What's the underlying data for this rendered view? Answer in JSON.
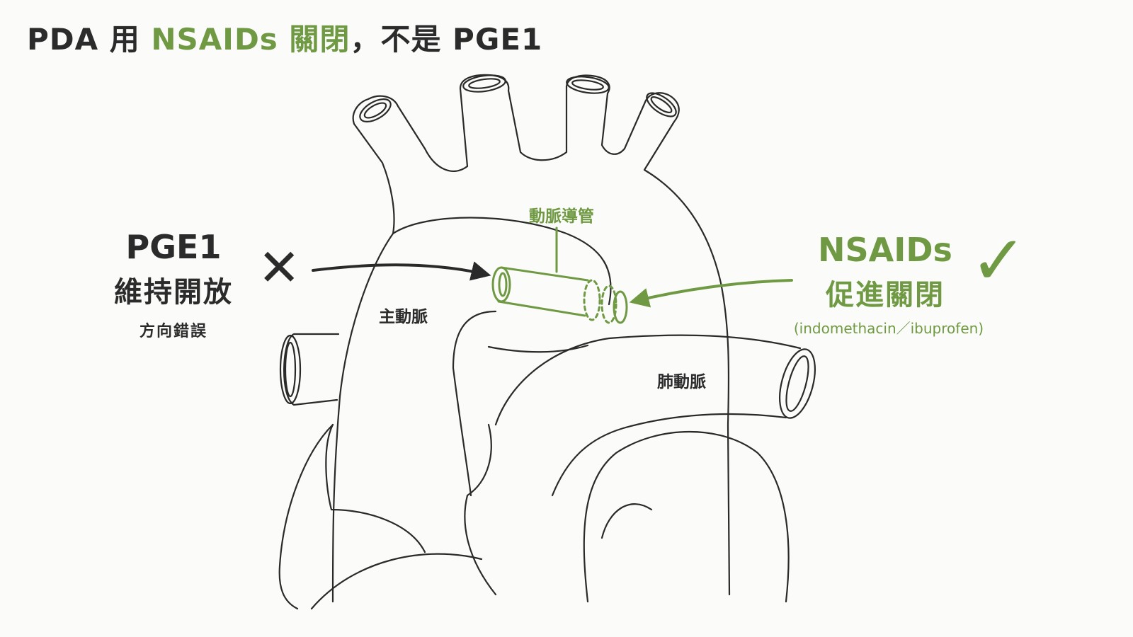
{
  "title": {
    "part1": "PDA 用 ",
    "highlight": "NSAIDs 關閉",
    "part2": "，不是 PGE1"
  },
  "left_panel": {
    "drug": "PGE1",
    "effect": "維持開放",
    "verdict": "方向錯誤",
    "mark": "✕"
  },
  "right_panel": {
    "drug": "NSAIDs",
    "effect": "促進關閉",
    "examples": "(indomethacin／ibuprofen)",
    "mark": "✓"
  },
  "labels": {
    "ductus": "動脈導管",
    "aorta": "主動脈",
    "pulmonary_artery": "肺動脈"
  },
  "colors": {
    "accent_green": "#6f9a43",
    "text_dark": "#2b2b2b",
    "line": "#2a2a2a",
    "background": "#fbfbf9"
  }
}
